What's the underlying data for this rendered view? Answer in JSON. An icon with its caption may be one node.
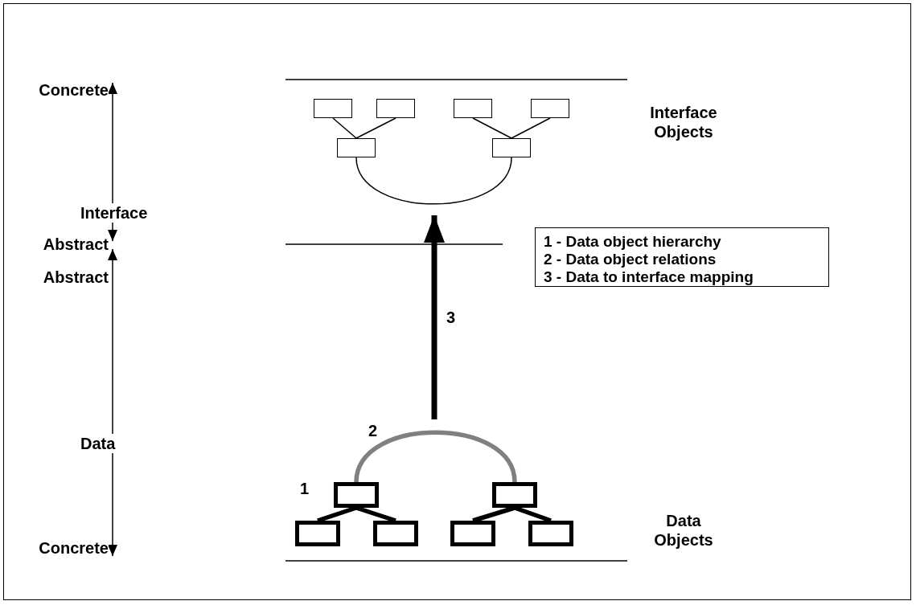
{
  "diagram": {
    "nodes": [
      {
        "text": [],
        "shape": "box"
      },
      {
        "text": [],
        "shape": "box"
      },
      {
        "text": [],
        "shape": "box"
      },
      {
        "text": [],
        "shape": "box"
      },
      {
        "text": [],
        "shape": "box"
      },
      {
        "text": [],
        "shape": "box"
      },
      {
        "text": [
          "1 - Data object hierarchy",
          "2 - Data object relations",
          "3 - Data to interface mapping"
        ]
      },
      {
        "text": [],
        "shape": "box"
      },
      {
        "text": [],
        "shape": "box"
      },
      {
        "text": [],
        "shape": "box"
      },
      {
        "text": [],
        "shape": "box"
      },
      {
        "text": [],
        "shape": "box"
      },
      {
        "text": [],
        "shape": "box"
      }
    ],
    "edges": [
      {
        "from": 0,
        "to": 4,
        "arrow": "none"
      },
      {
        "from": 1,
        "to": 4,
        "arrow": "none"
      },
      {
        "from": 2,
        "to": 5,
        "arrow": "none"
      },
      {
        "from": 3,
        "to": 5,
        "arrow": "none"
      },
      {
        "from": 4,
        "to": 5,
        "arrow": "none"
      },
      {
        "from": null,
        "to": 4,
        "arrow": "to",
        "label": "3"
      },
      {
        "from": 7,
        "to": 8,
        "arrow": "none",
        "color": "#808080"
      },
      {
        "from": 7,
        "to": 9,
        "arrow": "none"
      },
      {
        "from": 7,
        "to": 10,
        "arrow": "none"
      },
      {
        "from": 8,
        "to": 11,
        "arrow": "none"
      },
      {
        "from": 8,
        "to": 12,
        "arrow": "none"
      }
    ],
    "labels": [
      "Concrete",
      "Interface Objects",
      "Interface",
      "Abstract",
      "Abstract",
      "2",
      "Data",
      "1",
      "Data Objects",
      "Concrete"
    ]
  }
}
